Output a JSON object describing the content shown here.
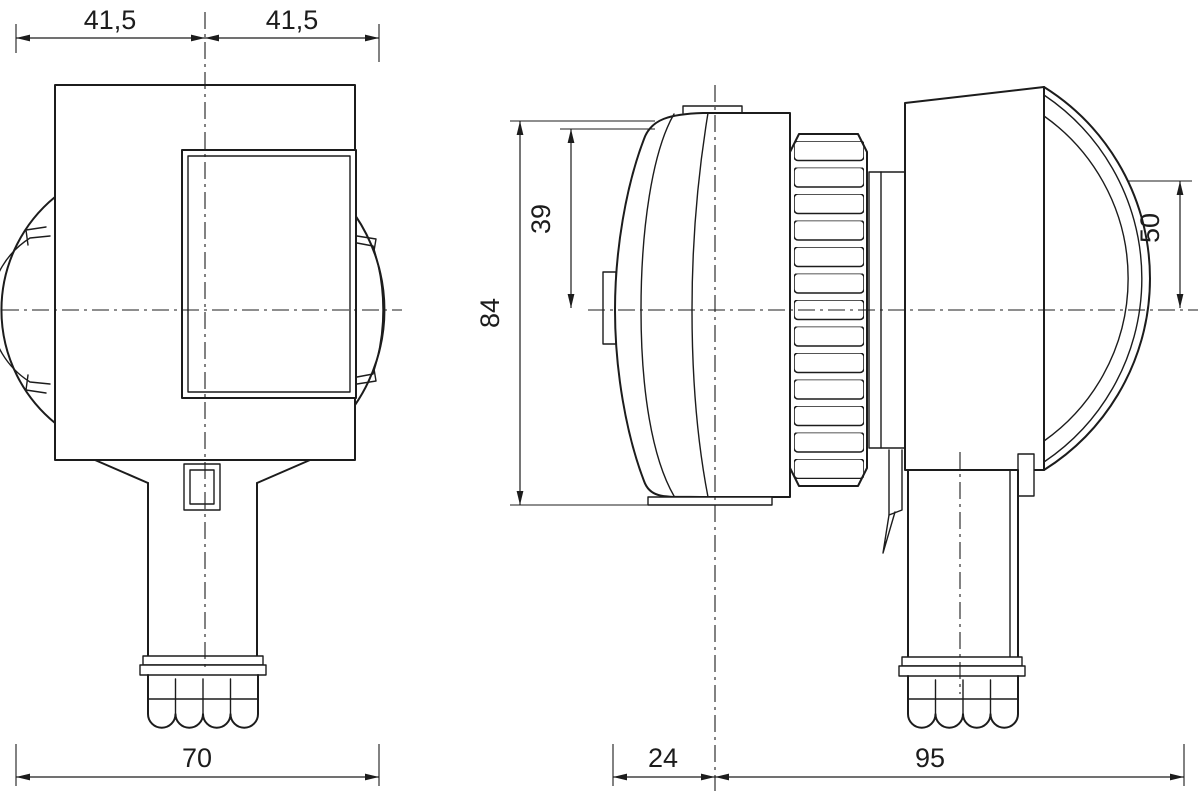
{
  "colors": {
    "line": "#1c1c1c",
    "background": "#ffffff"
  },
  "front_view": {
    "dim_top_left": "41,5",
    "dim_top_right": "41,5",
    "dim_bottom_width": "70"
  },
  "side_view": {
    "dim_overall_height": "84",
    "dim_top_to_axis": "39",
    "dim_axis_to_top": "50",
    "dim_bottom_left": "24",
    "dim_bottom_right": "95"
  }
}
